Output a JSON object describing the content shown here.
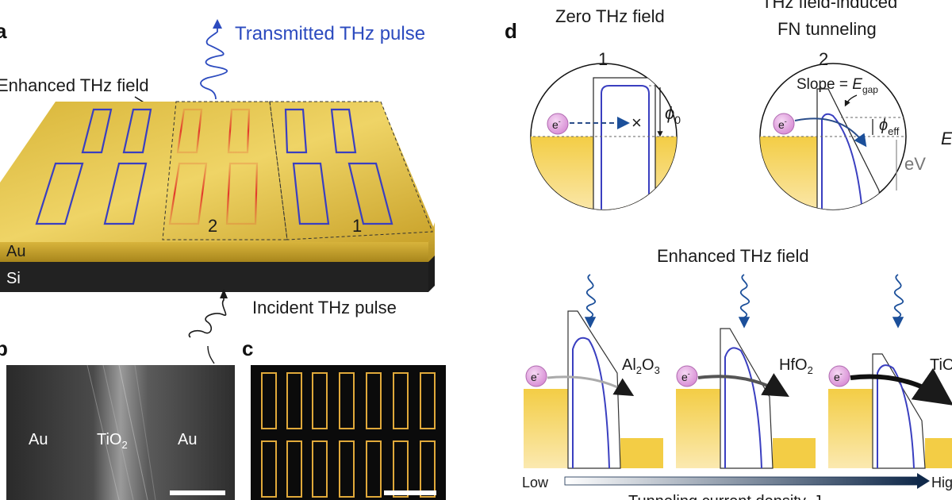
{
  "panels": {
    "a": "a",
    "b": "b",
    "c": "c",
    "d": "d"
  },
  "panel_a": {
    "transmitted_label": "Transmitted THz pulse",
    "enhanced_label": "Enhanced THz field",
    "incident_label": "Incident THz pulse",
    "au_label": "Au",
    "si_label": "Si",
    "region_1": "1",
    "region_2": "2"
  },
  "panel_b": {
    "au_left": "Au",
    "tio2": "TiO",
    "tio2_sub": "2",
    "au_right": "Au"
  },
  "panel_d": {
    "zero_title": "Zero THz field",
    "fn_title_line1": "THz field-induced",
    "fn_title_line2": "FN tunneling",
    "circle1_num": "1",
    "circle2_num": "2",
    "phi0": "ϕ",
    "phi0_sub": "0",
    "slope_text": "Slope = ",
    "slope_E": "E",
    "slope_sub": "gap",
    "phi_eff": "ϕ",
    "phi_eff_sub": "eff",
    "eV": "eV",
    "edge_E": "E",
    "electron": "e",
    "electron_sup": "-",
    "x_mark": "×",
    "enhanced_label": "Enhanced THz field",
    "materials": [
      {
        "name": "Al",
        "sub1": "2",
        "mid": "O",
        "sub2": "3"
      },
      {
        "name": "HfO",
        "sub1": "2"
      },
      {
        "name": "TiO",
        "sub1": ""
      }
    ],
    "low": "Low",
    "high": "Hig",
    "axis_label": "Tunneling current density, J"
  },
  "colors": {
    "gold": "#e8c44a",
    "blue_barrier": "#3a3fc0",
    "red_field": "#e23a2a",
    "electron_pink": "#e3a6e0",
    "arrow_blue": "#1b4f9a"
  }
}
